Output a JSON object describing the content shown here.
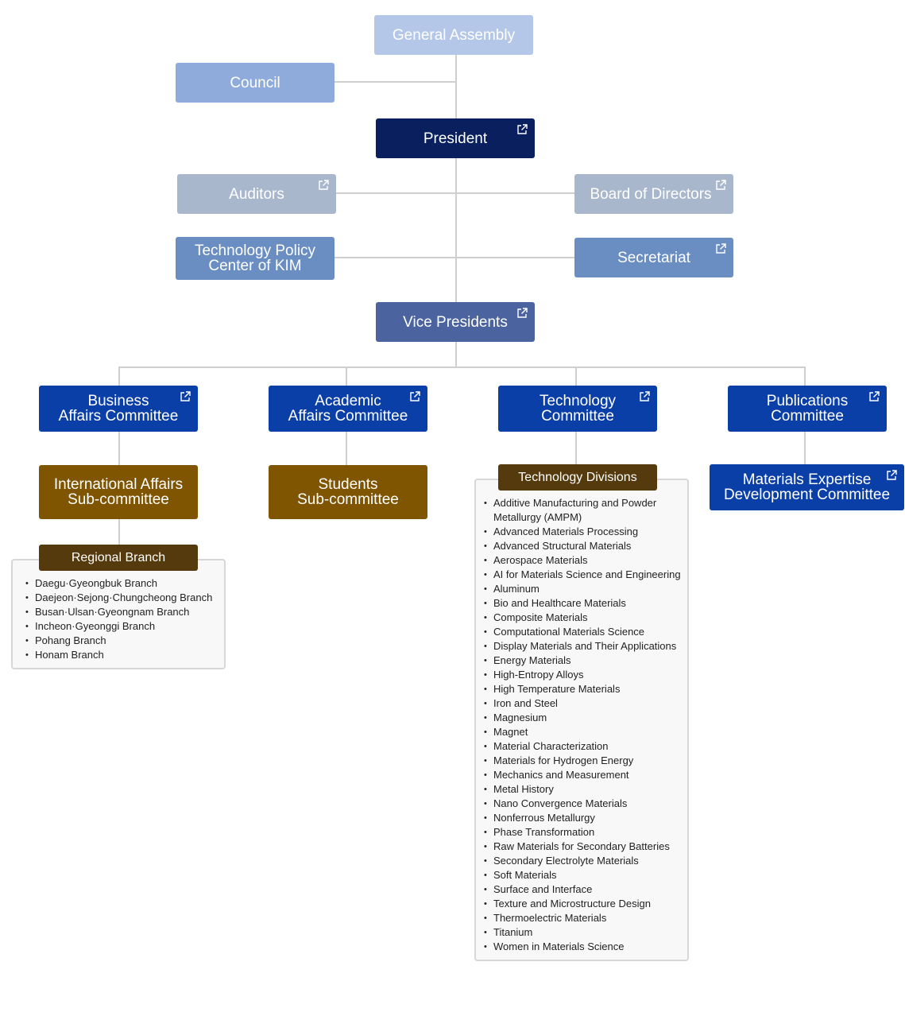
{
  "nodes": {
    "general_assembly": "General Assembly",
    "council": "Council",
    "president": "President",
    "auditors": "Auditors",
    "board_of_directors": "Board of Directors",
    "technology_policy_line1": "Technology Policy",
    "technology_policy_line2": "Center of KIM",
    "secretariat": "Secretariat",
    "vice_presidents": "Vice Presidents",
    "business_line1": "Business",
    "business_line2": "Affairs Committee",
    "academic_line1": "Academic",
    "academic_line2": "Affairs Committee",
    "technology_line1": "Technology",
    "technology_line2": "Committee",
    "publications_line1": "Publications",
    "publications_line2": "Committee",
    "international_line1": "International Affairs",
    "international_line2": "Sub-committee",
    "students_line1": "Students",
    "students_line2": "Sub-committee",
    "materials_line1": "Materials Expertise",
    "materials_line2": "Development Committee"
  },
  "regional_branch": {
    "title": "Regional Branch",
    "items": [
      "Daegu·Gyeongbuk Branch",
      "Daejeon·Sejong·Chungcheong Branch",
      "Busan·Ulsan·Gyeongnam Branch",
      "Incheon·Gyeonggi Branch",
      "Pohang Branch",
      "Honam Branch"
    ]
  },
  "technology_divisions": {
    "title": "Technology Divisions",
    "items": [
      "Additive Manufacturing and Powder Metallurgy (AMPM)",
      "Advanced Materials Processing",
      "Advanced Structural Materials",
      "Aerospace Materials",
      "AI for Materials Science and Engineering",
      "Aluminum",
      "Bio and Healthcare Materials",
      "Composite Materials",
      "Computational Materials Science",
      "Display Materials and Their Applications",
      "Energy Materials",
      "High-Entropy Alloys",
      "High Temperature Materials",
      "Iron and Steel",
      "Magnesium",
      "Magnet",
      "Material Characterization",
      "Materials for Hydrogen Energy",
      "Mechanics and Measurement",
      "Metal History",
      "Nano Convergence Materials",
      "Nonferrous Metallurgy",
      "Phase Transformation",
      "Raw Materials for Secondary Batteries",
      "Secondary Electrolyte Materials",
      "Soft Materials",
      "Surface and Interface",
      "Texture and Microstructure Design",
      "Thermoelectric Materials",
      "Titanium",
      "Women in Materials Science"
    ]
  },
  "colors": {
    "general_assembly": "#b4c7e8",
    "council": "#8fabdc",
    "president": "#0a205e",
    "grey_boxes": "#a9b7cc",
    "mid_boxes": "#6a8ec2",
    "vice_presidents": "#4b64a0",
    "committees": "#0b3fa8",
    "subcommittees": "#7f5501",
    "list_headers": "#543a0c",
    "connectors": "#cfcfcf"
  },
  "icons": {
    "external_link": "external-link-icon"
  }
}
